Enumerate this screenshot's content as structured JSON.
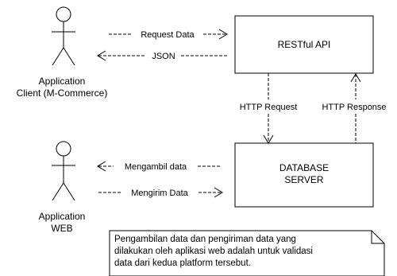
{
  "actors": {
    "client": {
      "label_lines": [
        "Application",
        "Client (M-Commerce)"
      ]
    },
    "web": {
      "label_lines": [
        "Application",
        "WEB"
      ]
    }
  },
  "boxes": {
    "rest_api": {
      "label": "RESTful API"
    },
    "database": {
      "label_lines": [
        "DATABASE",
        "SERVER"
      ]
    }
  },
  "arrows": {
    "request_data": "Request Data",
    "json": "JSON",
    "http_request": "HTTP Request",
    "http_response": "HTTP Response",
    "mengambil_data": "Mengambil data",
    "mengirim_data": "Mengirim Data"
  },
  "note": {
    "lines": [
      "Pengambilan data dan pengiriman data yang",
      "dilakukan oleh aplikasi web adalah untuk validasi",
      "data dari kedua platform tersebut."
    ]
  }
}
